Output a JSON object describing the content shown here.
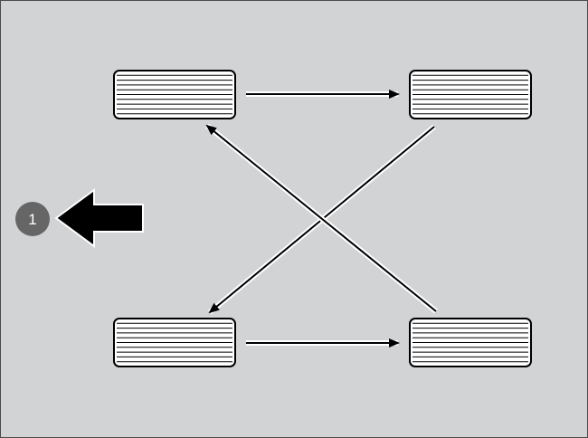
{
  "diagram": {
    "type": "tire-rotation-pattern",
    "tires": [
      "front-left",
      "front-right",
      "rear-left",
      "rear-right"
    ],
    "rotation": [
      {
        "from": "front-left",
        "to": "front-right"
      },
      {
        "from": "rear-left",
        "to": "rear-right"
      },
      {
        "from": "front-right",
        "to": "rear-left"
      },
      {
        "from": "rear-right",
        "to": "front-left"
      }
    ],
    "colors": {
      "background": "#d2d3d5",
      "stroke": "#000000",
      "arrow_outline": "#ffffff",
      "callout_circle": "#666666"
    }
  },
  "callout": {
    "number": "1",
    "direction_icon": "arrow-left-icon"
  }
}
